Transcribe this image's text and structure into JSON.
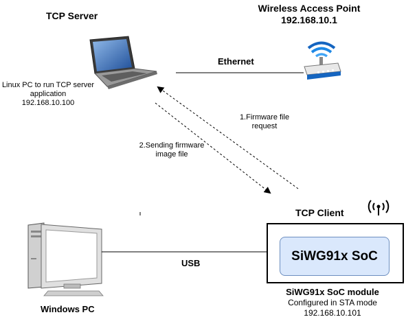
{
  "nodes": {
    "tcp_server": {
      "title": "TCP Server",
      "desc_line1": "Linux PC to run TCP server",
      "desc_line2": "application",
      "ip": "192.168.10.100"
    },
    "access_point": {
      "title": "Wireless Access Point",
      "ip": "192.168.10.1"
    },
    "tcp_client": {
      "title": "TCP Client",
      "chip_label": "SiWG91x SoC",
      "module_label": "SiWG91x SoC module",
      "mode": "Configured in STA mode",
      "ip": "192.168.10.101"
    },
    "windows_pc": {
      "title": "Windows PC"
    }
  },
  "connections": {
    "ethernet": "Ethernet",
    "usb": "USB",
    "request_line1": "1.Firmware file",
    "request_line2": "request",
    "sending_line1": "2.Sending firmware",
    "sending_line2": "image file"
  },
  "colors": {
    "chip_fill": "#dae8fc",
    "chip_border": "#6c8ebf",
    "router_blue": "#1565c0"
  }
}
